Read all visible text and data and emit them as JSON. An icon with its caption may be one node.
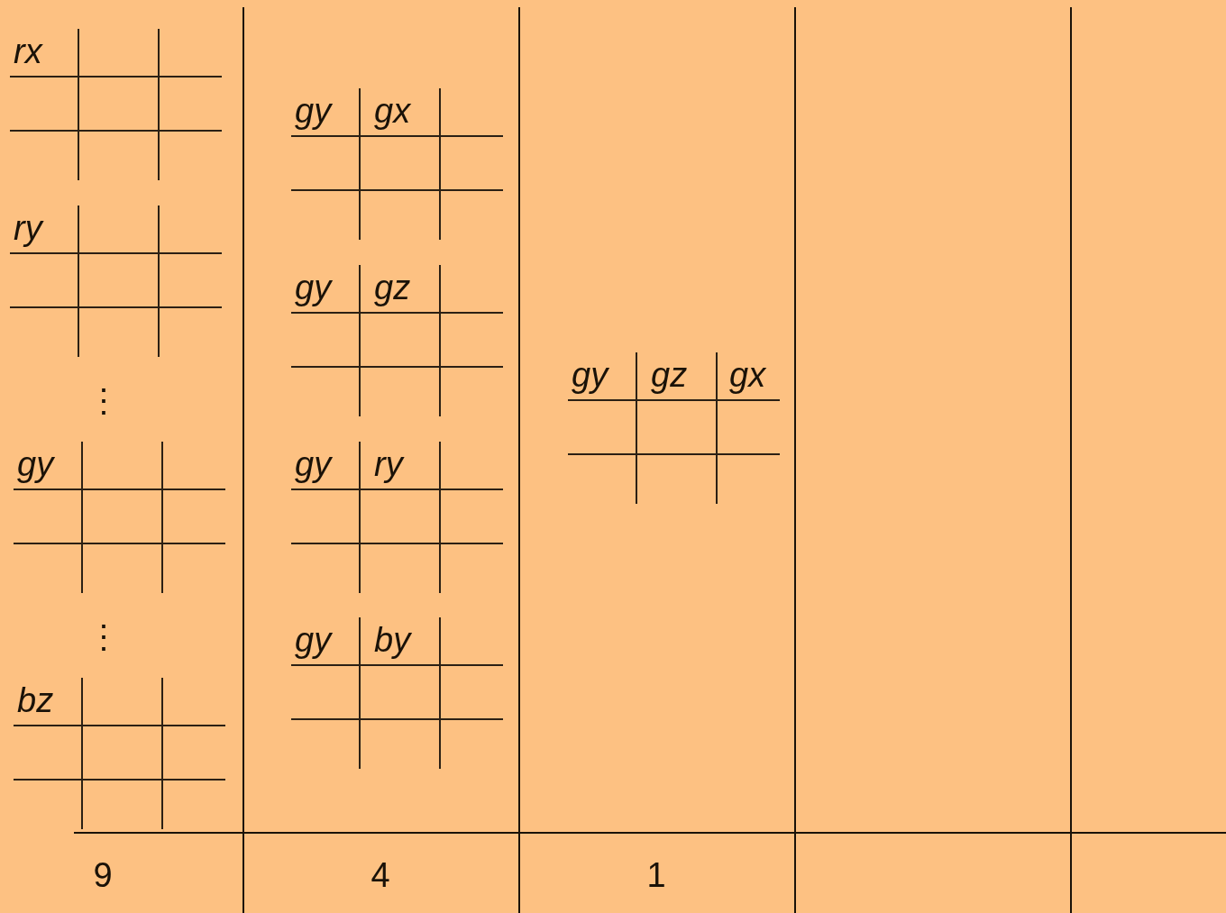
{
  "diagram": {
    "nodes": [
      {
        "text": [
          "9"
        ]
      },
      {
        "text": [
          "rx"
        ],
        "in": 0
      },
      {
        "text": [
          "ry"
        ],
        "in": 0
      },
      {
        "text": [
          "gy"
        ],
        "in": 0
      },
      {
        "text": [
          "bz"
        ],
        "in": 0
      },
      {
        "text": [
          "4"
        ]
      },
      {
        "text": [
          "gy",
          "gx"
        ],
        "in": 5
      },
      {
        "text": [
          "gy",
          "gz"
        ],
        "in": 5
      },
      {
        "text": [
          "gy",
          "ry"
        ],
        "in": 5
      },
      {
        "text": [
          "gy",
          "by"
        ],
        "in": 5
      },
      {
        "text": [
          "1"
        ]
      },
      {
        "text": [
          "gy",
          "gz",
          "gx"
        ],
        "in": 10
      },
      {
        "text": [],
        "shape": "box"
      },
      {
        "text": [],
        "shape": "box"
      }
    ],
    "labels": [
      "⋮",
      "⋮"
    ]
  }
}
